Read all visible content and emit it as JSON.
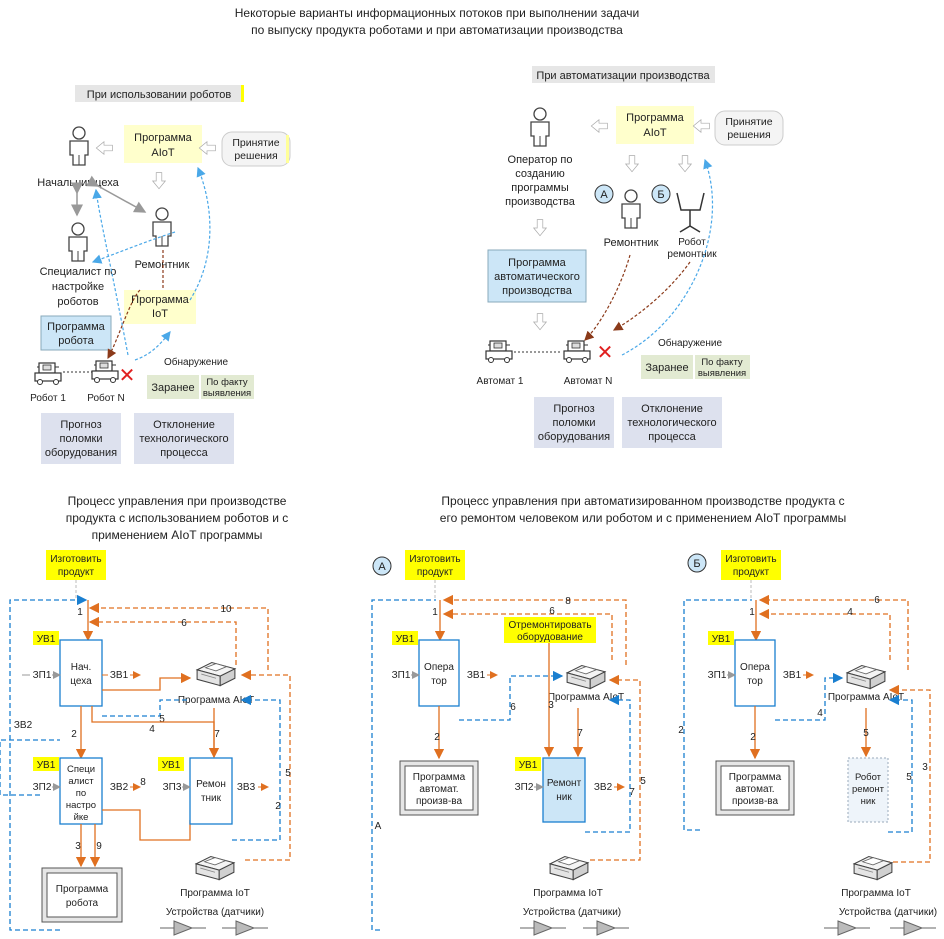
{
  "title": {
    "line1": "Некоторые варианты информационных потоков при выполнении задачи",
    "line2": "по выпуску продукта роботами и при автоматизации производства"
  },
  "left_top": {
    "header": "При использовании роботов",
    "chief": [
      "Начальник цеха"
    ],
    "aiot": [
      "Программа",
      "AIoT"
    ],
    "decision": [
      "Принятие",
      "решения"
    ],
    "specialist": [
      "Специалист по",
      "настройке",
      "роботов"
    ],
    "repairman": "Ремонтник",
    "iot": [
      "Программа",
      "IoT"
    ],
    "robot_program": [
      "Программа",
      "робота"
    ],
    "detection": "Обнаружение",
    "robot1": "Робот 1",
    "robotN": "Робот N",
    "advance": "Заранее",
    "fact": [
      "По факту",
      "выявления"
    ],
    "forecast": [
      "Прогноз",
      "поломки",
      "оборудования"
    ],
    "deviation": [
      "Отклонение",
      "технологического",
      "процесса"
    ]
  },
  "right_top": {
    "header": "При автоматизации производства",
    "operator": [
      "Оператор по",
      "созданию",
      "программы",
      "производства"
    ],
    "aiot": [
      "Программа",
      "AIoT"
    ],
    "decision": [
      "Принятие",
      "решения"
    ],
    "marker_a": "А",
    "marker_b": "Б",
    "repairman": "Ремонтник",
    "robot_repairman": [
      "Робот",
      "ремонтник"
    ],
    "auto_program": [
      "Программа",
      "автоматического",
      "производства"
    ],
    "detection": "Обнаружение",
    "advance": "Заранее",
    "fact": [
      "По факту",
      "выявления"
    ],
    "machine1": "Автомат 1",
    "machineN": "Автомат N",
    "forecast": [
      "Прогноз",
      "поломки",
      "оборудования"
    ],
    "deviation": [
      "Отклонение",
      "технологического",
      "процесса"
    ]
  },
  "bottom_left": {
    "title": [
      "Процесс управления при производстве",
      "продукта с использованием роботов и с",
      "применением AIoT программы"
    ],
    "make": [
      "Изготовить",
      "продукт"
    ],
    "uv1": "УВ1",
    "chief": [
      "Нач.",
      "цеха"
    ],
    "zp1": "ЗП1",
    "zv1": "ЗВ1",
    "aiot": "Программа AIoT",
    "specialist": [
      "Специ",
      "алист",
      "по",
      "настро",
      "йке"
    ],
    "zp2": "ЗП2",
    "zv2": "ЗВ2",
    "repair": [
      "Ремон",
      "тник"
    ],
    "zp3": "ЗП3",
    "zv3": "ЗВ3",
    "zv2_side": "ЗВ2",
    "robot_program": [
      "Программа",
      "робота"
    ],
    "iot": "Программа IoT",
    "devices": "Устройства (датчики)",
    "nums": [
      "1",
      "2",
      "3",
      "4",
      "5",
      "6",
      "7",
      "8",
      "9",
      "10",
      "2",
      "5"
    ]
  },
  "bottom_title_right": [
    "Процесс управления при автоматизированном производстве продукта с",
    "его ремонтом человеком или роботом и с применением AIoT программы"
  ],
  "bottom_a": {
    "marker": "А",
    "make": [
      "Изготовить",
      "продукт"
    ],
    "uv1": "УВ1",
    "operator": [
      "Опера",
      "тор"
    ],
    "zp1": "ЗП1",
    "zv1": "ЗВ1",
    "repair_request": [
      "Отремонтировать",
      "оборудование"
    ],
    "aiot": "Программа AIoT",
    "auto_program": [
      "Программа",
      "автомат.",
      "произв-ва"
    ],
    "repair": [
      "Ремонт",
      "ник"
    ],
    "zp2": "ЗП2",
    "zv2": "ЗВ2",
    "iot": "Программа IoT",
    "devices": "Устройства (датчики)",
    "nums": [
      "8",
      "6",
      "1",
      "2",
      "3",
      "6",
      "7",
      "5",
      "7"
    ]
  },
  "bottom_b": {
    "marker": "Б",
    "make": [
      "Изготовить",
      "продукт"
    ],
    "uv1": "УВ1",
    "operator": [
      "Опера",
      "тор"
    ],
    "zp1": "ЗП1",
    "zv1": "ЗВ1",
    "aiot": "Программа AIoT",
    "auto_program": [
      "Программа",
      "автомат.",
      "произв-ва"
    ],
    "robot_repair": [
      "Робот",
      "ремонт",
      "ник"
    ],
    "iot": "Программа IoT",
    "devices": "Устройства (датчики)",
    "nums": [
      "6",
      "4",
      "1",
      "2",
      "4",
      "5",
      "2",
      "5",
      "3"
    ]
  },
  "colors": {
    "yellow_box": "#ffffcc",
    "yellow_label": "#ffff00",
    "blue_box": "#cce6f7",
    "gray_box": "#e6e6e6",
    "lavender_box": "#dde1ee",
    "green_box": "#e2ead2",
    "orange_arrow": "#e07020",
    "blue_arrow": "#1a7fd0",
    "brown_arrow": "#8b3a1a",
    "red_cross": "#e02020"
  }
}
